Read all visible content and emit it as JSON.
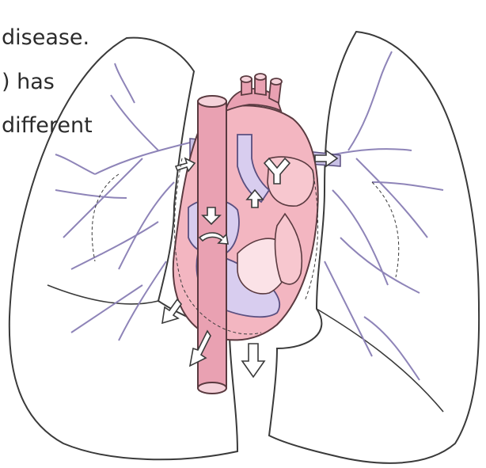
{
  "caption": {
    "line1": "disease.",
    "line2": ") has",
    "line3": "different"
  },
  "colors": {
    "heart_fill": "#f3b6c1",
    "heart_stroke": "#5a3a40",
    "vessel_fill": "#e9a1b2",
    "pulmonary_fill": "#c9c1e6",
    "outline": "#3a3a3a",
    "arrow_fill": "#ffffff"
  },
  "icons": [
    "left-lung-outline",
    "right-lung-outline",
    "heart",
    "aorta",
    "superior-vena-cava",
    "pulmonary-arteries",
    "flow-arrow"
  ]
}
